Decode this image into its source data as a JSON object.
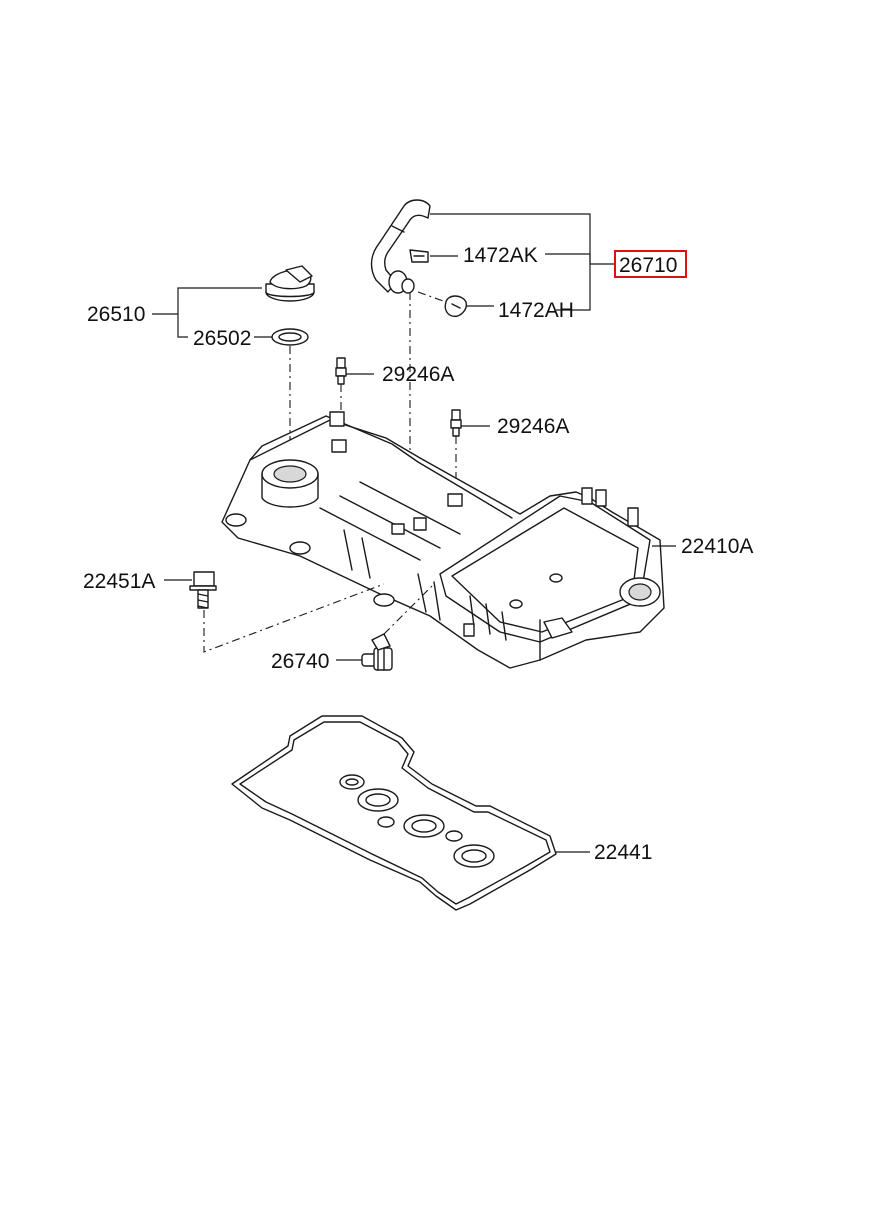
{
  "labels": {
    "p26510": "26510",
    "p26502": "26502",
    "p29246a_upper": "29246A",
    "p29246a_lower": "29246A",
    "p1472ak": "1472AK",
    "p1472ah": "1472AH",
    "p26710": "26710",
    "p22410a": "22410A",
    "p22451a": "22451A",
    "p26740": "26740",
    "p22441": "22441"
  },
  "colors": {
    "line": "#1a1a1a",
    "highlight": "#e01010",
    "background": "#ffffff"
  },
  "highlighted_part": "26710"
}
